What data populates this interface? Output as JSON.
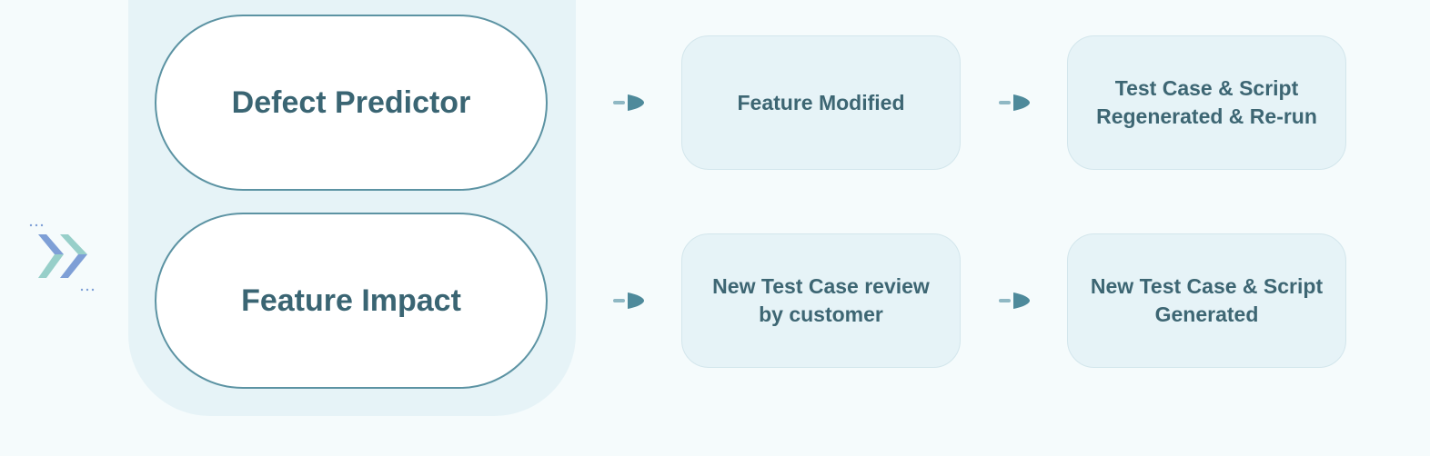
{
  "left_panel": {
    "top_pill": "Defect Predictor",
    "bottom_pill": "Feature Impact"
  },
  "flow": {
    "row1": {
      "step1": "Feature Modified",
      "step2": "Test Case & Script Regenerated & Re-run"
    },
    "row2": {
      "step1": "New Test Case review by customer",
      "step2": "New Test Case & Script Generated"
    }
  },
  "colors": {
    "background": "#f5fbfc",
    "panel": "#e6f3f7",
    "pill_border": "#5c93a3",
    "text": "#3d6673",
    "arrow": "#4e8a9b",
    "logo_blue": "#7e9fd6",
    "logo_teal": "#97cfc9"
  },
  "icons": [
    "double-chevron-logo-icon",
    "arrow-right-icon"
  ]
}
